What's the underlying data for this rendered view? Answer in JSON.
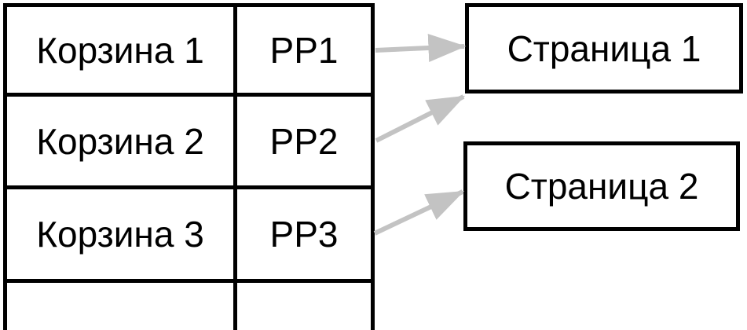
{
  "colors": {
    "border": "#000000",
    "arrow": "#c3c3c3",
    "text": "#000000",
    "canvas": "#ffffff"
  },
  "table": {
    "rows": [
      {
        "basket": "Корзина 1",
        "placement": "PP1"
      },
      {
        "basket": "Корзина 2",
        "placement": "PP2"
      },
      {
        "basket": "Корзина 3",
        "placement": "PP3"
      },
      {
        "basket": "",
        "placement": ""
      }
    ]
  },
  "pages": [
    {
      "label": "Страница 1"
    },
    {
      "label": "Страница 2"
    }
  ],
  "connections": [
    {
      "from": "PP1",
      "to": "Страница 1"
    },
    {
      "from": "PP2",
      "to": "Страница 1"
    },
    {
      "from": "PP3",
      "to": "Страница 2"
    }
  ]
}
